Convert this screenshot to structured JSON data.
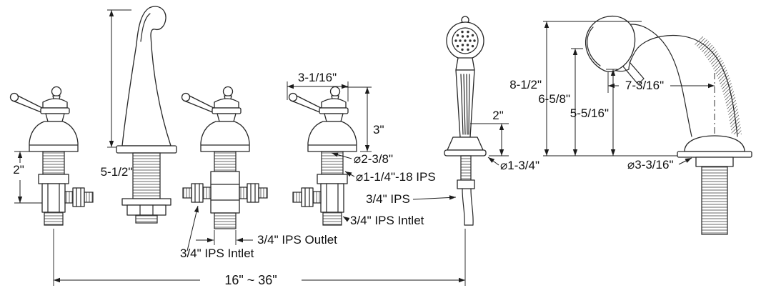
{
  "diagram": {
    "dimension_labels": {
      "left_valve_deck_thickness": "2\"",
      "spout_height": "5-1/2\"",
      "handle_width": "3-1/16\"",
      "handle_height": "3\"",
      "escutcheon_diameter": "⌀2-3/8\"",
      "shank_thread": "⌀1-1/4\"-18 IPS",
      "supply_size": "3/4\" IPS",
      "valve_inlet": "3/4\" IPS Intlet",
      "diverter_outlet": "3/4\" IPS Outlet",
      "diverter_inlet": "3/4\" IPS Intlet",
      "handshower_dock_height": "2\"",
      "handshower_base_diameter": "⌀1-3/4\"",
      "spout_overall_height": "8-1/2\"",
      "spout_outlet_height": "6-5/8\"",
      "spout_clearance_height": "5-5/16\"",
      "spout_reach": "7-3/16\"",
      "side_base_diameter": "⌀3-3/16\"",
      "spread_range": "16\" ~ 36\""
    }
  }
}
